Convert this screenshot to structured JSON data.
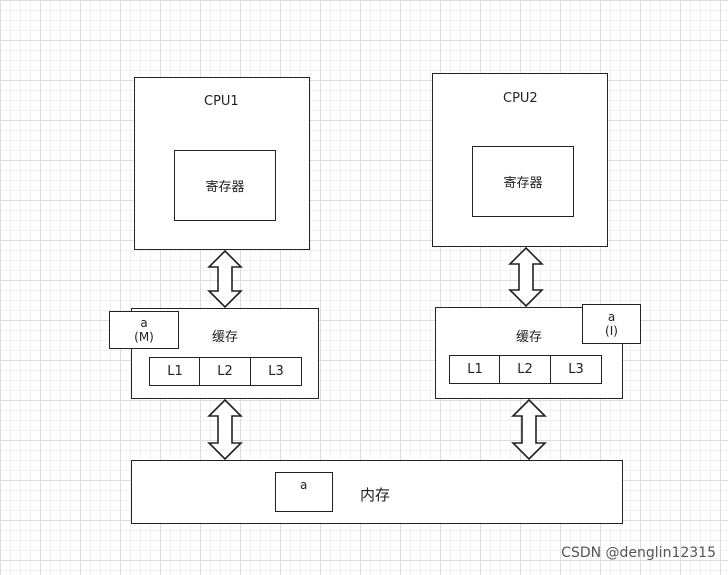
{
  "cpus": [
    {
      "name": "CPU1",
      "register": "寄存器",
      "cache_label": "缓存",
      "levels": [
        "L1",
        "L2",
        "L3"
      ],
      "state": {
        "var": "a",
        "flag": "(M)"
      }
    },
    {
      "name": "CPU2",
      "register": "寄存器",
      "cache_label": "缓存",
      "levels": [
        "L1",
        "L2",
        "L3"
      ],
      "state": {
        "var": "a",
        "flag": "(I)"
      }
    }
  ],
  "memory": {
    "label": "内存",
    "var": "a"
  },
  "watermark": "CSDN @denglin12315"
}
